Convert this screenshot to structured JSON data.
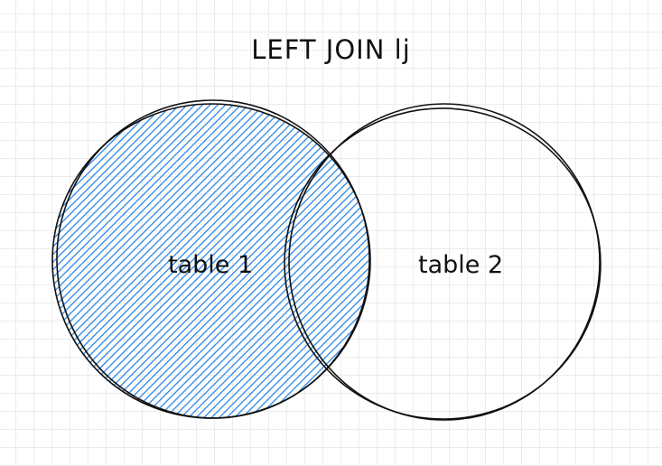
{
  "diagram": {
    "title": "LEFT JOIN lj",
    "sets": [
      {
        "label": "table 1",
        "highlighted": true,
        "fill": "#1a7fe6"
      },
      {
        "label": "table 2",
        "highlighted": false,
        "fill": "none"
      }
    ],
    "stroke_color": "#111111",
    "grid": true
  }
}
